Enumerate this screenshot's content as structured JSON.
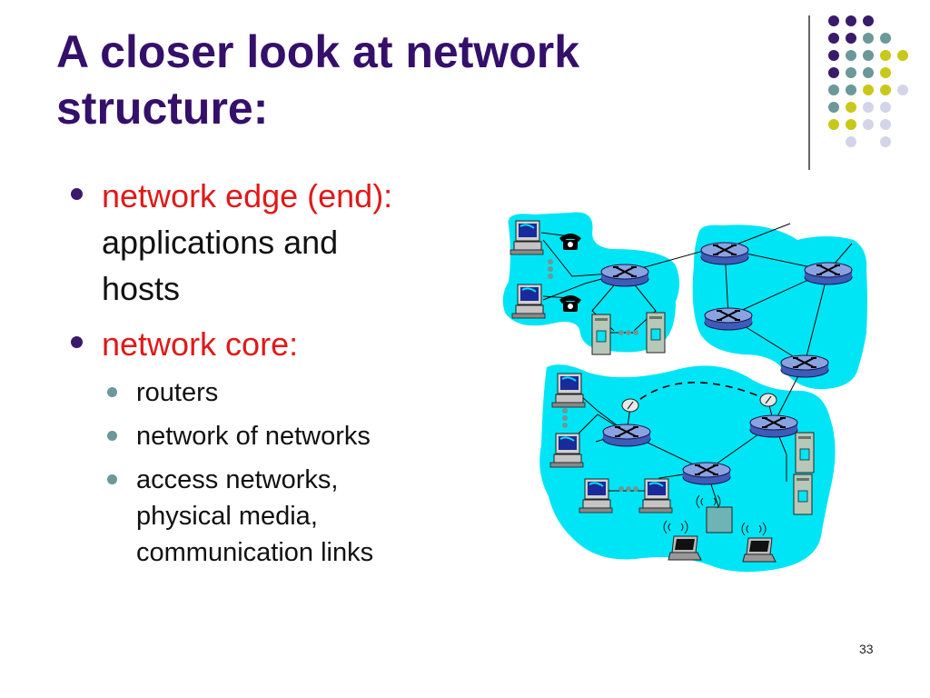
{
  "slide": {
    "title_lines": [
      "A closer look at network",
      "structure:"
    ],
    "page_number": "33"
  },
  "bullets": [
    {
      "heading": "network edge (end):",
      "lines": [
        "applications and",
        "hosts"
      ]
    },
    {
      "heading": "network core:",
      "sub_items": [
        {
          "lines": [
            "routers"
          ]
        },
        {
          "lines": [
            "network of networks"
          ]
        },
        {
          "lines": [
            "access networks,",
            "physical media,",
            "communication links"
          ]
        }
      ]
    }
  ],
  "colors": {
    "title": "#35106b",
    "bullet_heading": "#e01919",
    "network_fill": "#00e5f5",
    "dot_purple": "#3a1a6a",
    "dot_teal": "#6b9898",
    "dot_yellow": "#c8c81a",
    "dot_lavender": "#d4d4e8"
  },
  "icons": [
    "router-icon",
    "telephone-icon",
    "desktop-computer-icon",
    "server-icon",
    "laptop-icon",
    "satellite-dish-icon",
    "wireless-base-station-icon"
  ]
}
